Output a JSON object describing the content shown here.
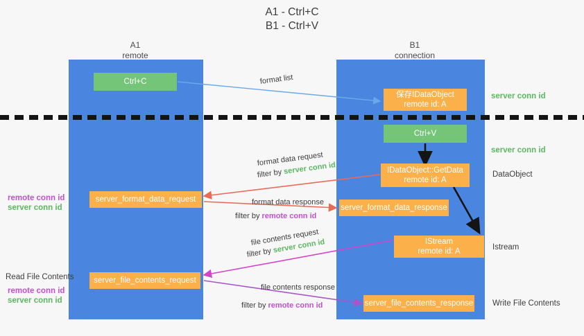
{
  "title": {
    "line1": "A1 - Ctrl+C",
    "line2": "B1 - Ctrl+V"
  },
  "columns": [
    {
      "name": "A1",
      "role": "remote"
    },
    {
      "name": "B1",
      "role": "connection"
    }
  ],
  "nodes": {
    "ctrl_c": "Ctrl+C",
    "ctrl_v": "Ctrl+V",
    "save_dataobject": "保存IDataObject\nremote id: A",
    "getdata": "IDataObject::GetData\nremote id: A",
    "istream": "IStream\nremote id: A",
    "server_format_data_request": "server_format_data_request",
    "server_format_data_response": "server_format_data_response",
    "server_file_contents_request": "server_file_contents_request",
    "server_file_contents_response": "server_file_contents_response"
  },
  "edge_labels": {
    "format_list": "format list",
    "format_data_request": "format data request",
    "format_data_request_filter_prefix": "filter by ",
    "format_data_request_filter_value": "server conn id",
    "format_data_response": "format data response",
    "format_data_response_filter_prefix": "filter by ",
    "format_data_response_filter_value": "remote conn id",
    "file_contents_request": "file contents request",
    "file_contents_request_filter_prefix": "filter by ",
    "file_contents_request_filter_value": "server conn id",
    "file_contents_response": "file contents response",
    "file_contents_response_filter_prefix": "filter by ",
    "file_contents_response_filter_value": "remote conn id"
  },
  "right_labels": {
    "server_conn_id_top": "server conn id",
    "server_conn_id_mid": "server conn id",
    "dataobject": "DataObject",
    "istream": "Istream",
    "write_file_contents": "Write File Contents"
  },
  "left_labels": {
    "remote_conn_id_upper": "remote conn id",
    "server_conn_id_upper": "server conn id",
    "read_file_contents": "Read File Contents",
    "remote_conn_id_lower": "remote conn id",
    "server_conn_id_lower": "server conn id"
  },
  "colors": {
    "lane": "#4a86e0",
    "orange": "#fbb04a",
    "green": "#75c578",
    "green_text": "#5cb860",
    "purple_text": "#c44fd4",
    "arrow_blue": "#6aa9e9",
    "arrow_red": "#ea6a5a",
    "arrow_magenta": "#d244c8",
    "arrow_purple": "#a855c8",
    "arrow_black": "#141414",
    "background": "#f7f7f7"
  }
}
